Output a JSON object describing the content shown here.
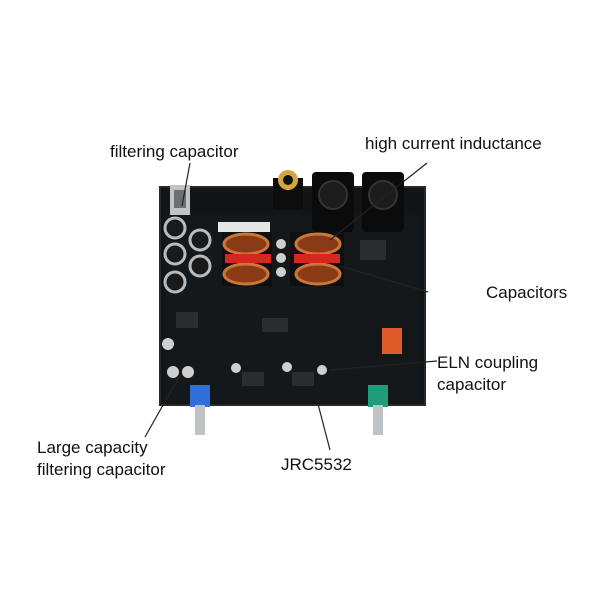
{
  "labels": {
    "filtering_capacitor": "filtering capacitor",
    "high_current_inductance": "high current inductance",
    "capacitors": "Capacitors",
    "eln_line1": "ELN coupling",
    "eln_line2": "capacitor",
    "large_line1": "Large capacity",
    "large_line2": "filtering capacitor",
    "jrc": "JRC5532"
  },
  "colors": {
    "board": "#121416",
    "board_edge": "#25292c",
    "inductor_core": "#8a3b16",
    "copper": "#c9773a",
    "red_strip": "#d7261e",
    "capacitor": "#1a1a1a",
    "cap_top": "#b9bcbf",
    "blue_knob": "#2f6fd8",
    "green_knob": "#1f9c7a",
    "red_block": "#e05a2a",
    "leader": "#222222"
  },
  "icons": {
    "board": "amplifier-board-image"
  }
}
